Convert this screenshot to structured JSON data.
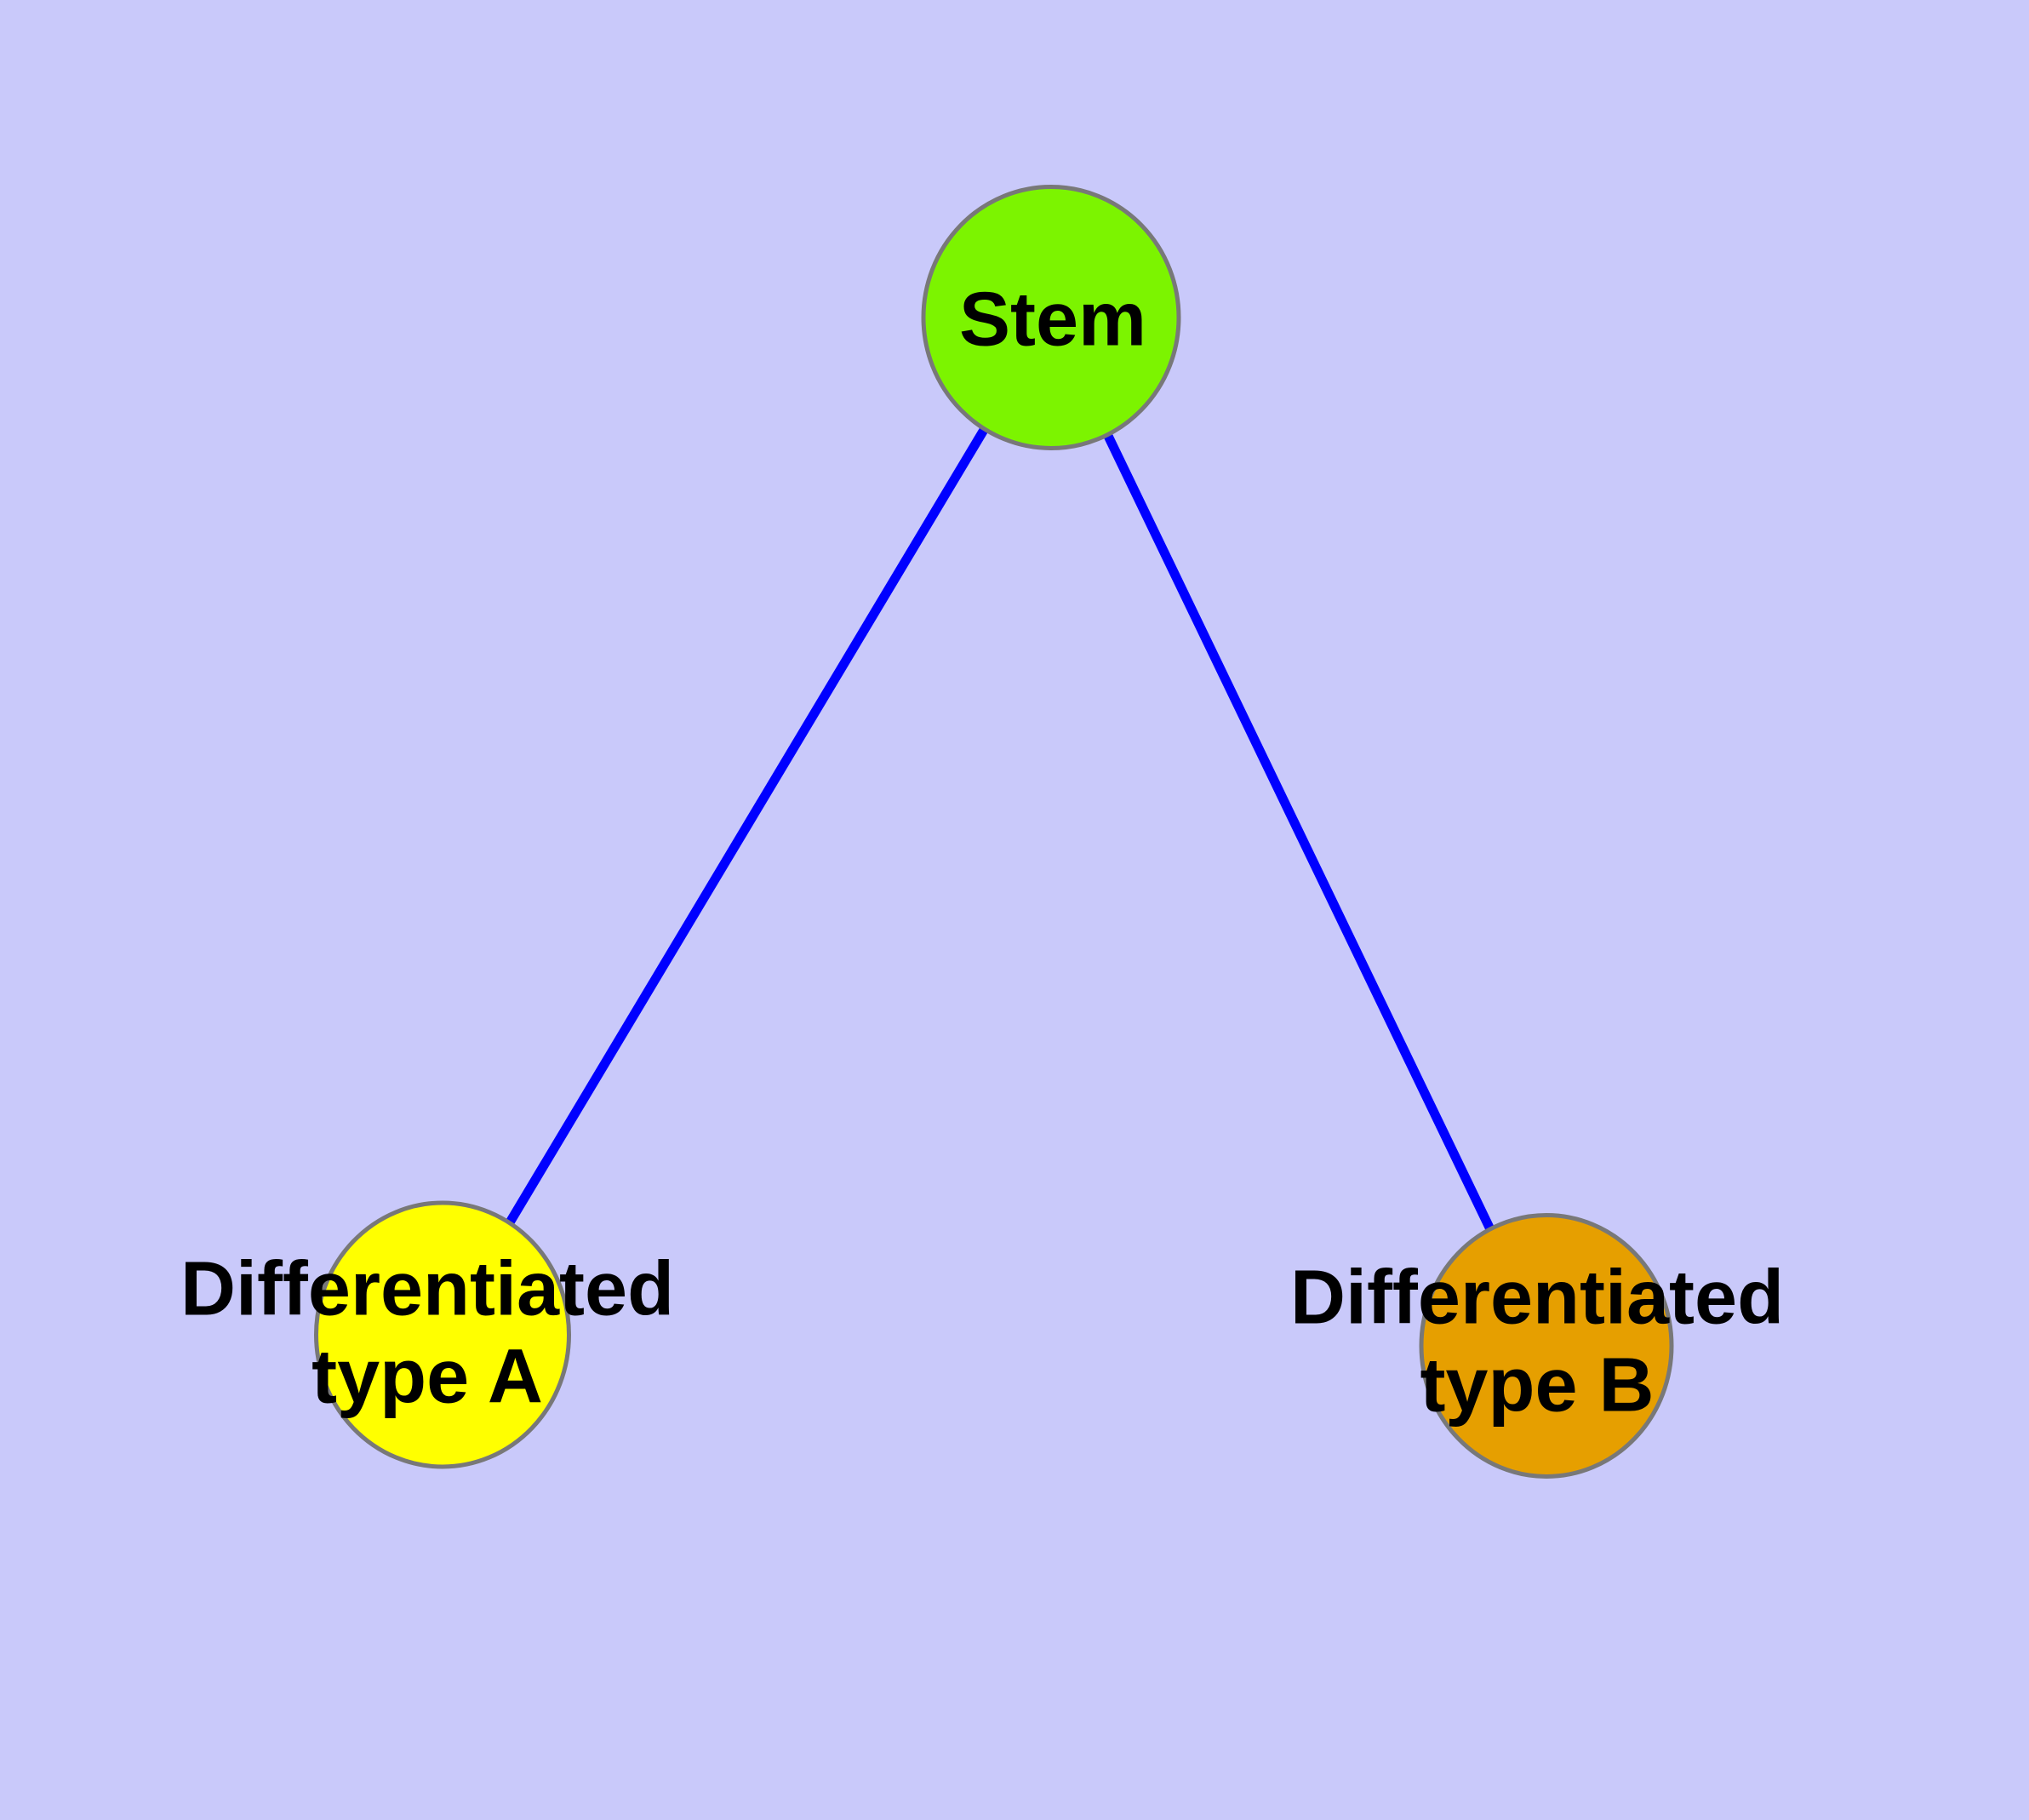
{
  "diagram": {
    "type": "graph",
    "background_color": "#C9C9FA",
    "edge_color": "#0000FF",
    "node_border_color": "#787878",
    "label_color": "#000000",
    "nodes": [
      {
        "id": "stem",
        "label": "Stem",
        "fill": "#7CF400"
      },
      {
        "id": "differentiated-type-a",
        "label_lines": [
          "Differentiated",
          "type A"
        ],
        "fill": "#FFFF00"
      },
      {
        "id": "differentiated-type-b",
        "label_lines": [
          "Differentiated",
          "type B"
        ],
        "fill": "#E69F00"
      }
    ],
    "edges": [
      {
        "from": "Stem",
        "to": "Differentiated type A"
      },
      {
        "from": "Stem",
        "to": "Differentiated type B"
      }
    ]
  }
}
